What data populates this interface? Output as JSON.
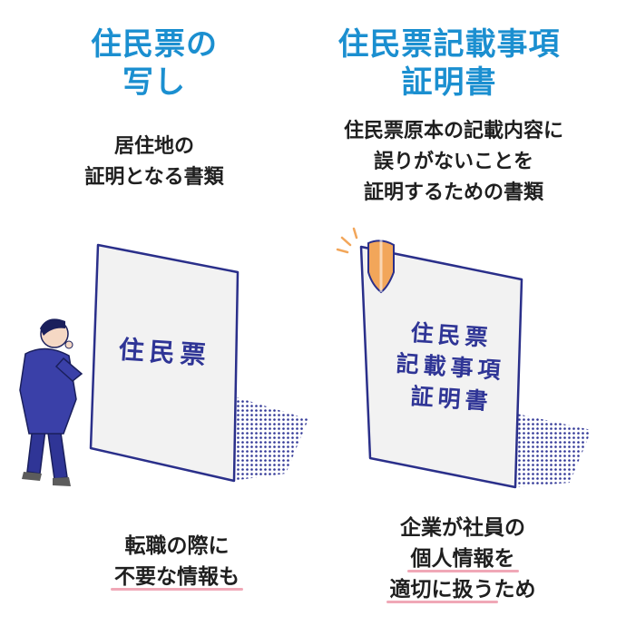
{
  "left": {
    "title_line1": "住民票の",
    "title_line2": "写し",
    "desc_line1": "居住地の",
    "desc_line2": "証明となる書類",
    "document_label": "住民票",
    "bottom_line1": "転職の際に",
    "bottom_line2": "不要な情報も"
  },
  "right": {
    "title_line1": "住民票記載事項",
    "title_line2": "証明書",
    "desc_line1": "住民票原本の記載内容に",
    "desc_line2": "誤りがないことを",
    "desc_line3": "証明するための書類",
    "document_line1": "住民票",
    "document_line2": "記載事項",
    "document_line3": "証明書",
    "bottom_line1": "企業が社員の",
    "bottom_line2": "個人情報を",
    "bottom_line3_part1": "適切に扱う",
    "bottom_line3_part2": "ため"
  },
  "colors": {
    "title_blue": "#1b8fd0",
    "doc_ink": "#2f3596",
    "highlight_pink": "#f0a8b7",
    "shield_orange": "#f2a65a"
  }
}
